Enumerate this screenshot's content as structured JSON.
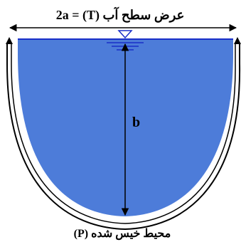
{
  "top_label": {
    "value": "2a",
    "equals": "=",
    "text": "عرض سطح آب (T)"
  },
  "depth_label": "b",
  "bottom_label": "محیط خیس شده (P)",
  "colors": {
    "water": "#4d7cd9",
    "water_surface": "#1a2fc8",
    "wall": "#000000",
    "free_surface_symbol": "#1a2fc8",
    "background": "#ffffff"
  }
}
